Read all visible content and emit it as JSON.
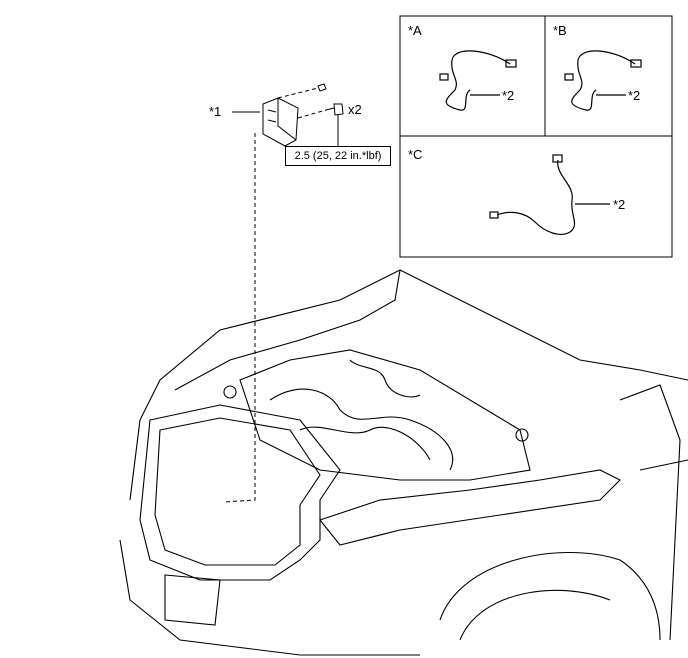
{
  "callouts": {
    "part1": "*1",
    "part2_a": "*2",
    "part2_b": "*2",
    "part2_c": "*2",
    "qty": "x2",
    "torque": "2.5 (25, 22 in.*lbf)"
  },
  "variants": {
    "a": "*A",
    "b": "*B",
    "c": "*C"
  }
}
